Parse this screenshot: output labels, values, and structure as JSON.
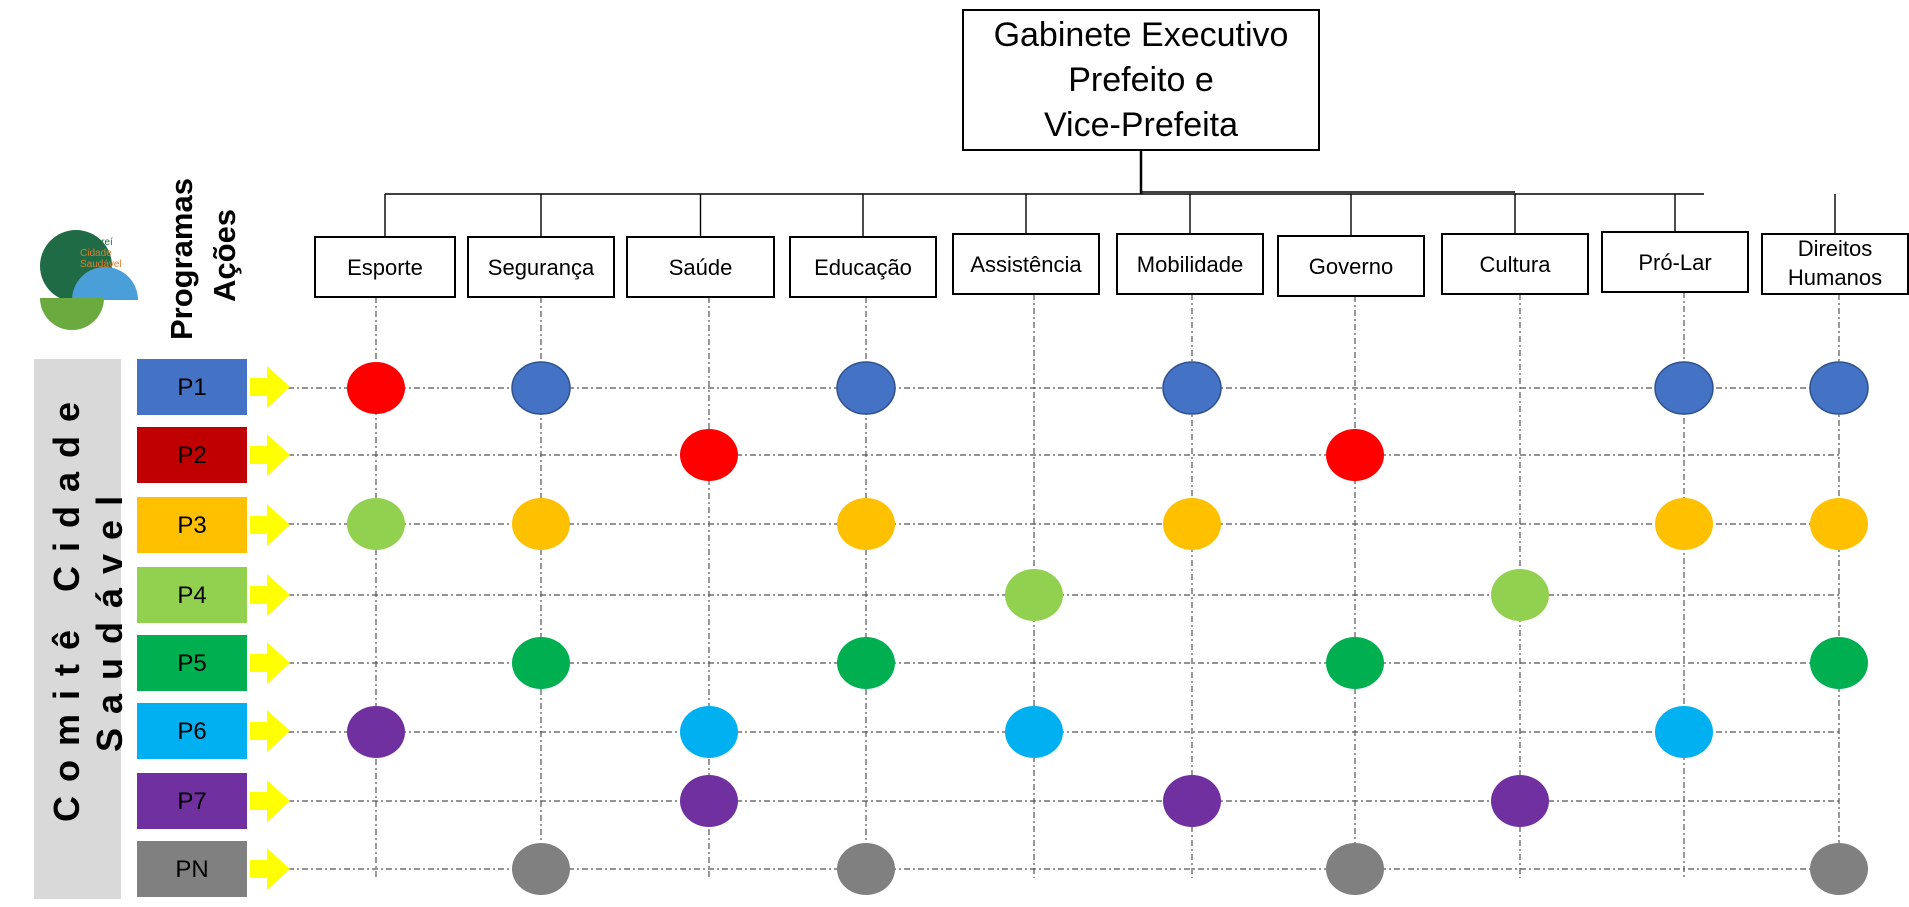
{
  "root": {
    "lines": [
      "Gabinete Executivo",
      "Prefeito e",
      "Vice-Prefeita"
    ]
  },
  "departments": [
    {
      "lines": [
        "Esporte"
      ]
    },
    {
      "lines": [
        "Segurança"
      ]
    },
    {
      "lines": [
        "Saúde"
      ]
    },
    {
      "lines": [
        "Educação"
      ]
    },
    {
      "lines": [
        "Assistência"
      ]
    },
    {
      "lines": [
        "Mobilidade"
      ]
    },
    {
      "lines": [
        "Governo"
      ]
    },
    {
      "lines": [
        "Cultura"
      ]
    },
    {
      "lines": [
        "Pró-Lar"
      ]
    },
    {
      "lines": [
        "Direitos",
        "Humanos"
      ]
    }
  ],
  "header": {
    "line1": "Programas",
    "line2": "Ações"
  },
  "sidebar": {
    "line1": "Comitê Cidade",
    "line2": "Saudável"
  },
  "logo": {
    "lines": [
      "Jacareí",
      "Cidade",
      "Saudável"
    ]
  },
  "programs": [
    {
      "label": "P1",
      "color": "#4472C4"
    },
    {
      "label": "P2",
      "color": "#C00000"
    },
    {
      "label": "P3",
      "color": "#FFC000"
    },
    {
      "label": "P4",
      "color": "#92D050"
    },
    {
      "label": "P5",
      "color": "#00B050"
    },
    {
      "label": "P6",
      "color": "#00B0F0"
    },
    {
      "label": "P7",
      "color": "#7030A0"
    },
    {
      "label": "PN",
      "color": "#808080"
    }
  ],
  "matrix_dot_colors": {
    "red": "#FF0000",
    "blue": "#4472C4",
    "green_light": "#92D050",
    "orange": "#FFC000",
    "green": "#00B050",
    "cyan": "#00B0F0",
    "purple": "#7030A0",
    "gray": "#808080"
  },
  "markers": [
    {
      "program": "P1",
      "department": "Esporte",
      "color": "red"
    },
    {
      "program": "P1",
      "department": "Segurança",
      "color": "blue"
    },
    {
      "program": "P1",
      "department": "Educação",
      "color": "blue"
    },
    {
      "program": "P1",
      "department": "Mobilidade",
      "color": "blue"
    },
    {
      "program": "P1",
      "department": "Pró-Lar",
      "color": "blue"
    },
    {
      "program": "P1",
      "department": "Direitos Humanos",
      "color": "blue"
    },
    {
      "program": "P2",
      "department": "Saúde",
      "color": "red"
    },
    {
      "program": "P2",
      "department": "Governo",
      "color": "red"
    },
    {
      "program": "P3",
      "department": "Esporte",
      "color": "green_light"
    },
    {
      "program": "P3",
      "department": "Segurança",
      "color": "orange"
    },
    {
      "program": "P3",
      "department": "Educação",
      "color": "orange"
    },
    {
      "program": "P3",
      "department": "Mobilidade",
      "color": "orange"
    },
    {
      "program": "P3",
      "department": "Pró-Lar",
      "color": "orange"
    },
    {
      "program": "P3",
      "department": "Direitos Humanos",
      "color": "orange"
    },
    {
      "program": "P4",
      "department": "Assistência",
      "color": "green_light"
    },
    {
      "program": "P4",
      "department": "Cultura",
      "color": "green_light"
    },
    {
      "program": "P5",
      "department": "Segurança",
      "color": "green"
    },
    {
      "program": "P5",
      "department": "Educação",
      "color": "green"
    },
    {
      "program": "P5",
      "department": "Governo",
      "color": "green"
    },
    {
      "program": "P5",
      "department": "Direitos Humanos",
      "color": "green"
    },
    {
      "program": "P6",
      "department": "Esporte",
      "color": "purple"
    },
    {
      "program": "P6",
      "department": "Saúde",
      "color": "cyan"
    },
    {
      "program": "P6",
      "department": "Assistência",
      "color": "cyan"
    },
    {
      "program": "P6",
      "department": "Pró-Lar",
      "color": "cyan"
    },
    {
      "program": "P7",
      "department": "Saúde",
      "color": "purple"
    },
    {
      "program": "P7",
      "department": "Mobilidade",
      "color": "purple"
    },
    {
      "program": "P7",
      "department": "Cultura",
      "color": "purple"
    },
    {
      "program": "PN",
      "department": "Segurança",
      "color": "gray"
    },
    {
      "program": "PN",
      "department": "Educação",
      "color": "gray"
    },
    {
      "program": "PN",
      "department": "Governo",
      "color": "gray"
    },
    {
      "program": "PN",
      "department": "Direitos Humanos",
      "color": "gray"
    }
  ]
}
